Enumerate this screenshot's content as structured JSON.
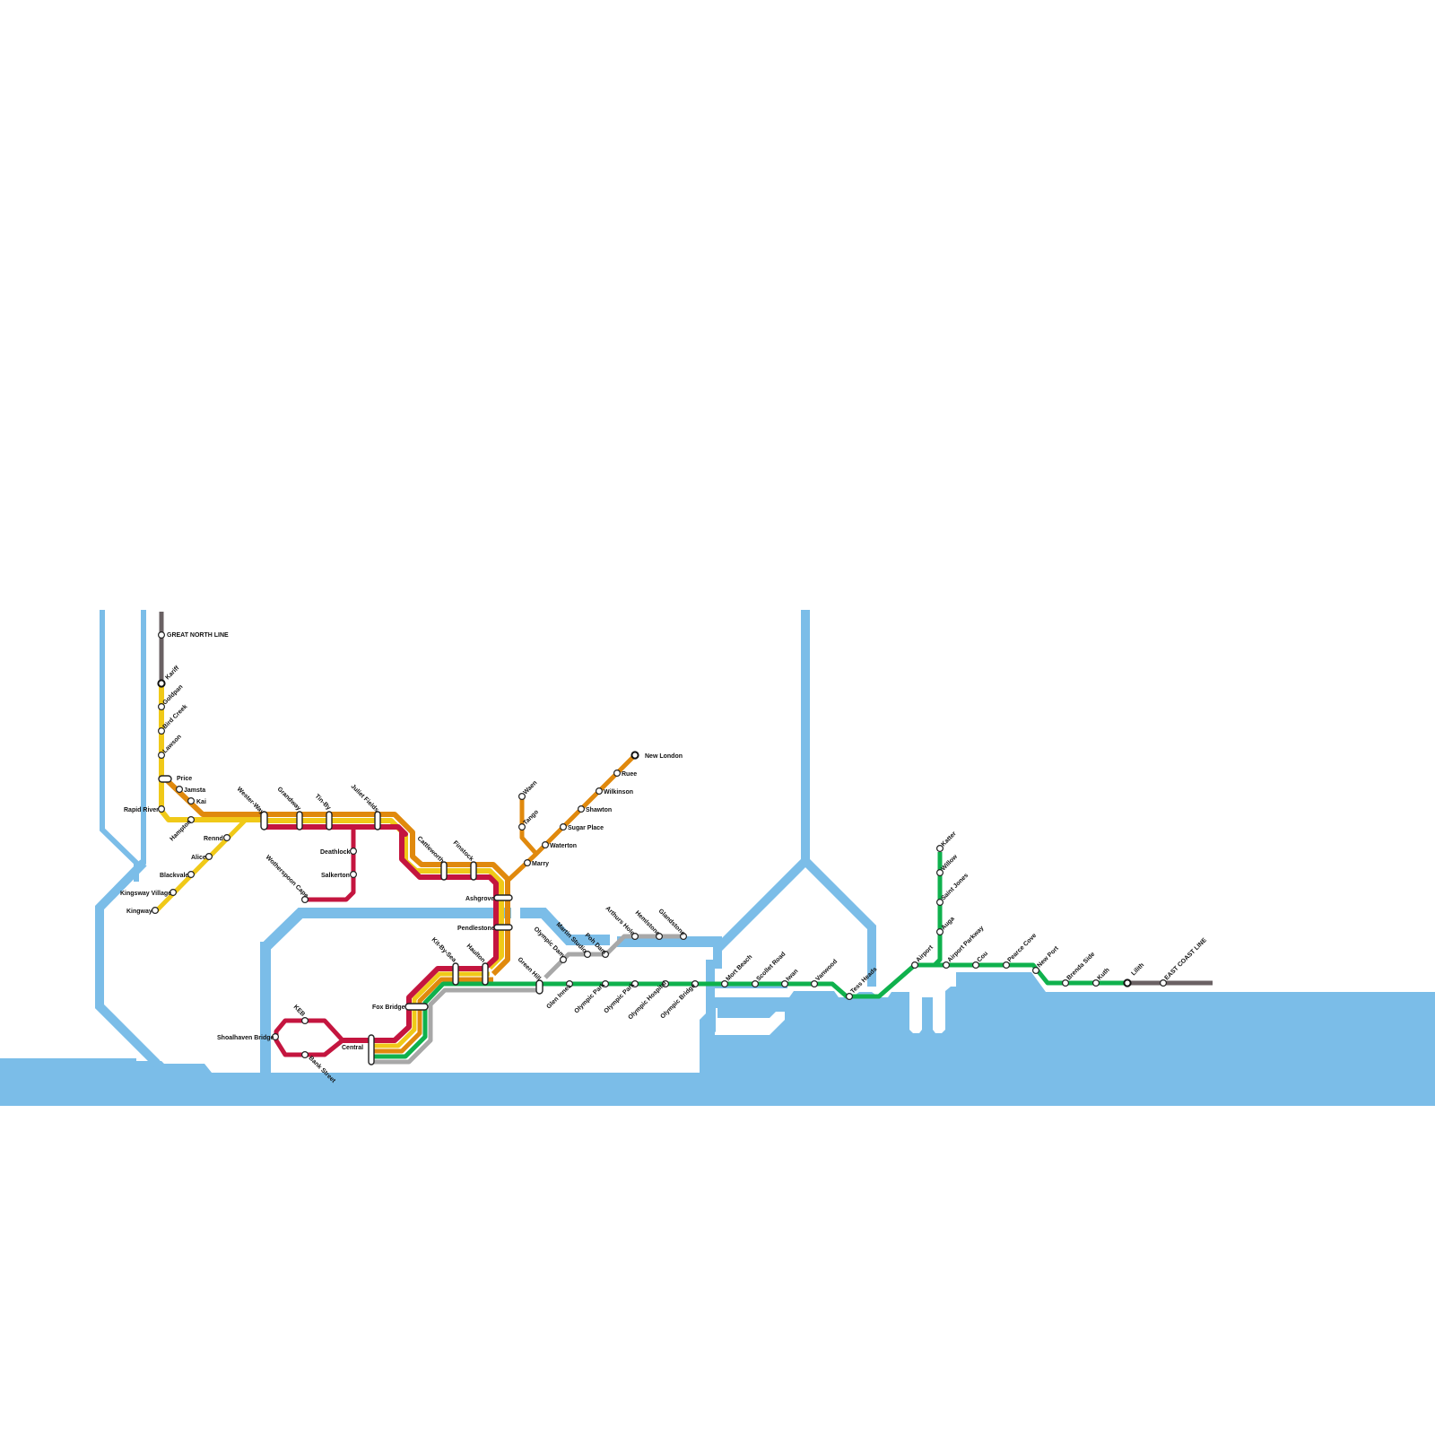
{
  "map": {
    "colors": {
      "water": "#7bbde8",
      "great_north_line": "#6a6163",
      "east_coast_line": "#6a6163",
      "yellow_line": "#f0c918",
      "orange_line": "#e0890d",
      "red_line": "#c4153f",
      "green_line": "#0fb14d",
      "grey_line": "#a8a8a8"
    },
    "lines": [
      {
        "id": "great-north",
        "name": "GREAT NORTH LINE",
        "color": "#6a6163"
      },
      {
        "id": "east-coast",
        "name": "EAST COAST LINE",
        "color": "#6a6163"
      },
      {
        "id": "yellow",
        "name": "Yellow Line",
        "color": "#f0c918"
      },
      {
        "id": "orange",
        "name": "Orange Line",
        "color": "#e0890d"
      },
      {
        "id": "red",
        "name": "Red Line",
        "color": "#c4153f"
      },
      {
        "id": "green",
        "name": "Green Line",
        "color": "#0fb14d"
      },
      {
        "id": "grey",
        "name": "Grey Line",
        "color": "#a8a8a8"
      }
    ],
    "stations": {
      "great_north_line": "GREAT NORTH LINE",
      "kariff": "Kariff",
      "goldpan": "Goldpan",
      "bird_creek": "Bird Creek",
      "lawson": "Lawson",
      "price": "Price",
      "jamsta": "Jamsta",
      "kai": "Kai",
      "rapid_river": "Rapid River",
      "hampton": "Hampton",
      "rennd": "Rennd",
      "alice": "Alice",
      "blackvale": "Blackvale",
      "kingsway_village": "Kingsway Village",
      "kingway": "Kingway",
      "wester_way": "Wester-Way",
      "grandway": "Grandway",
      "tin_by": "Tin-By",
      "juliet_fields": "Juliet Fields",
      "deathlock": "Deathlock",
      "salkerton": "Salkerton",
      "wotherspoon_cape": "Wotherspoon Cape",
      "cattleworth": "Cattleworth",
      "finstock": "Finstock",
      "ashgrove": "Ashgrove",
      "pendlestone": "Pendlestone",
      "waen": "Waen",
      "tango": "Tango",
      "marry": "Marry",
      "waterton": "Waterton",
      "sugar_place": "Sugar Place",
      "shawton": "Shawton",
      "wilkinson": "Wilkinson",
      "ruee": "Ruee",
      "new_london": "New London",
      "kit_by_sea": "Kit-By-Sea",
      "haulton": "Haulton",
      "fox_bridge": "Fox Bridge",
      "central": "Central",
      "keb": "KEB",
      "shoalhaven_bridge": "Shoalhaven Bridge",
      "bank_street": "Bank Street",
      "green_hill": "Green Hill",
      "olympic_dam": "Olympic Dam",
      "martin_studio": "Martin Studio",
      "poh_dam": "Poh Dam",
      "arthurs_hole": "Arthurs Hole",
      "hemlstone": "Hemlstone",
      "glandstone": "Glandstone",
      "glen_innes": "Glen Innes",
      "olympic_park_1": "Olympic Park",
      "olympic_park_2": "Olympic Park",
      "olympic_hospital": "Olympic Hospital",
      "olympic_bridge": "Olympic Bridge",
      "mort_beach": "Mort Beach",
      "scollet_road": "Scollet Road",
      "iwan": "Iwan",
      "vanwood": "Vanwood",
      "tess_heads": "Tess Heads",
      "airport": "Airport",
      "airport_parkway": "Airport Parkway",
      "katter": "Katter",
      "willow": "Willow",
      "saint_jones": "Saint Jones",
      "auga": "Auga",
      "cou": "Cou",
      "pearce_cove": "Pearce Cove",
      "new_port": "New Port",
      "brenda_side": "Brenda Side",
      "kuth": "Kuth",
      "lilith": "Lilith",
      "east_coast_line": "EAST COAST LINE"
    }
  }
}
